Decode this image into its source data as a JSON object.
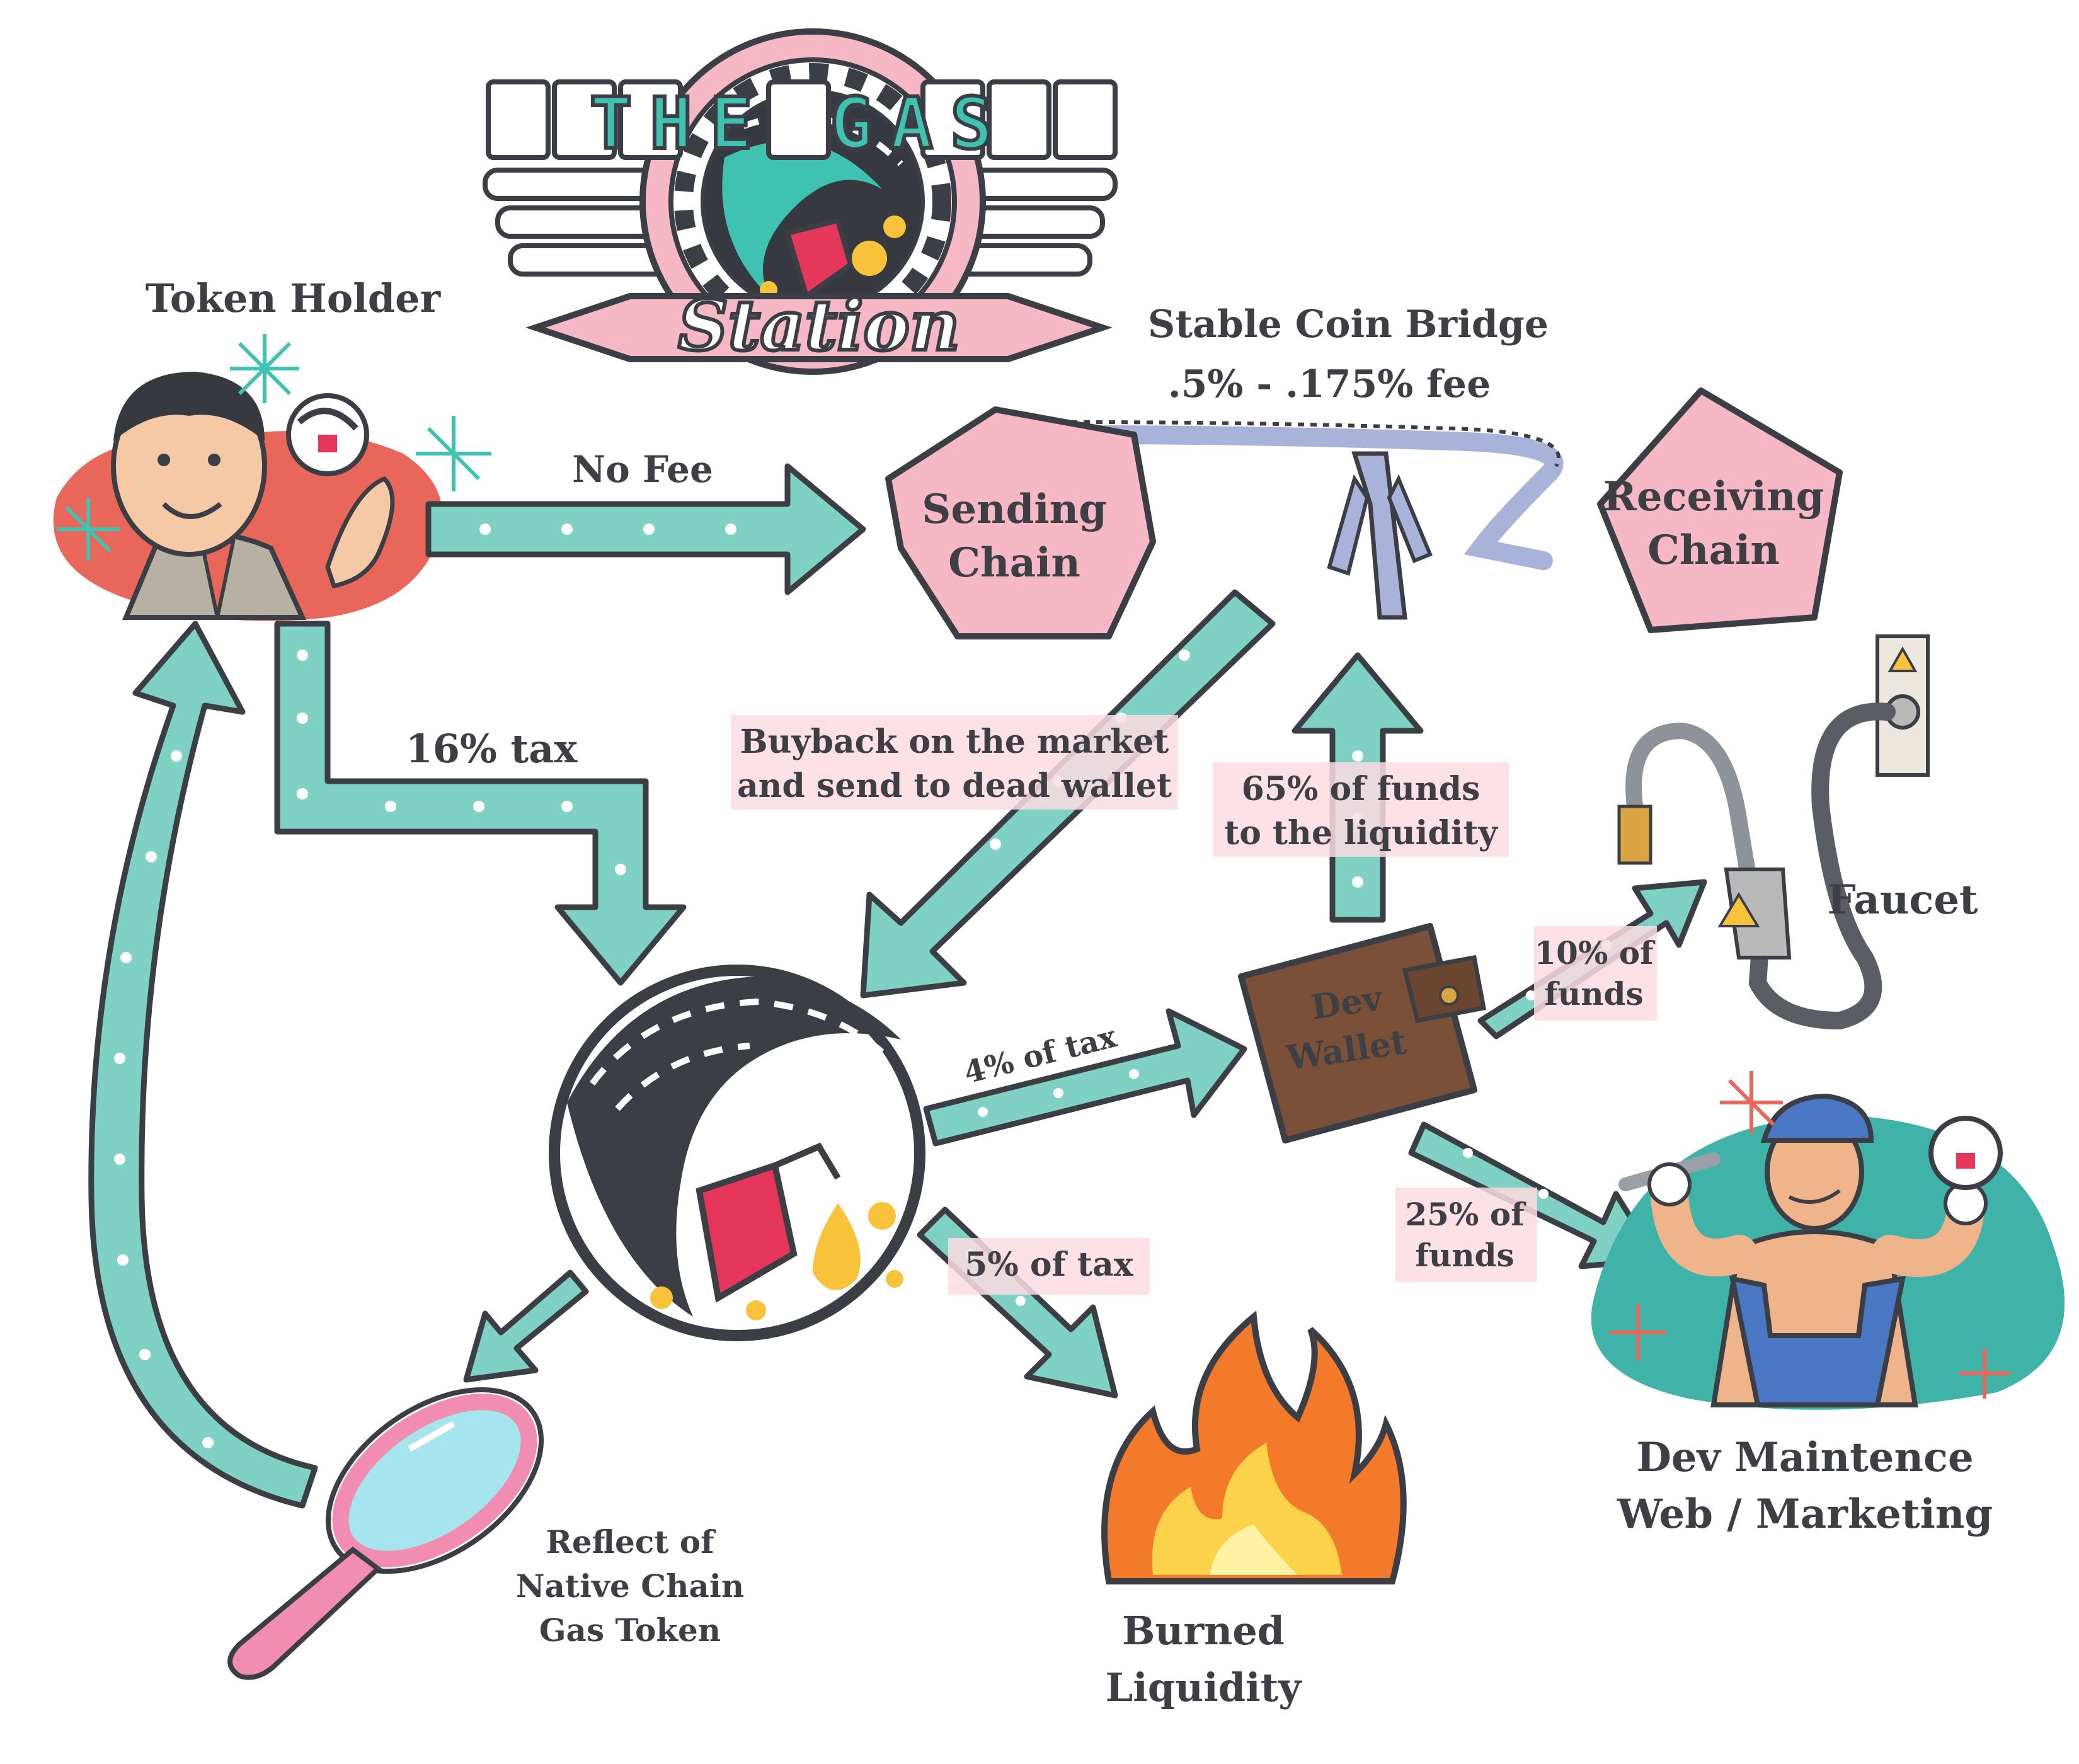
{
  "logo": {
    "top_line": "THE GAS",
    "script_line": "Station"
  },
  "nodes": {
    "token_holder": "Token Holder",
    "bridge_title": "Stable Coin Bridge",
    "bridge_fee": ".5% - .175% fee",
    "sending_chain": [
      "Sending",
      "Chain"
    ],
    "receiving_chain": [
      "Receiving",
      "Chain"
    ],
    "faucet": "Faucet",
    "dev_wallet": [
      "Dev",
      "Wallet"
    ],
    "dev_maintenance": [
      "Dev Maintence",
      "Web / Marketing"
    ],
    "burned_liquidity": [
      "Burned",
      "Liquidity"
    ],
    "reflect": [
      "Reflect of",
      "Native Chain",
      "Gas Token"
    ]
  },
  "flows": {
    "no_fee": "No Fee",
    "tax_16": "16% tax",
    "buyback": [
      "Buyback on the market",
      "and send to dead wallet"
    ],
    "liquidity_65": [
      "65% of funds",
      "to the liquidity"
    ],
    "tax_4": "4% of tax",
    "tax_5": "5% of tax",
    "funds_10": [
      "10% of",
      "funds"
    ],
    "funds_25": [
      "25% of",
      "funds"
    ]
  },
  "colors": {
    "teal": "#7fd1c3",
    "pink": "#f7b8c6",
    "outline": "#3b3e44",
    "coral": "#e8675a",
    "highlight": "#fbdce3"
  },
  "icons": [
    "gas-station-logo",
    "businessman-illustration",
    "bridge-illustration",
    "faucet-hose-icon",
    "wallet-icon",
    "coin-emblem-icon",
    "fire-icon",
    "hand-mirror-icon",
    "mechanic-illustration"
  ]
}
